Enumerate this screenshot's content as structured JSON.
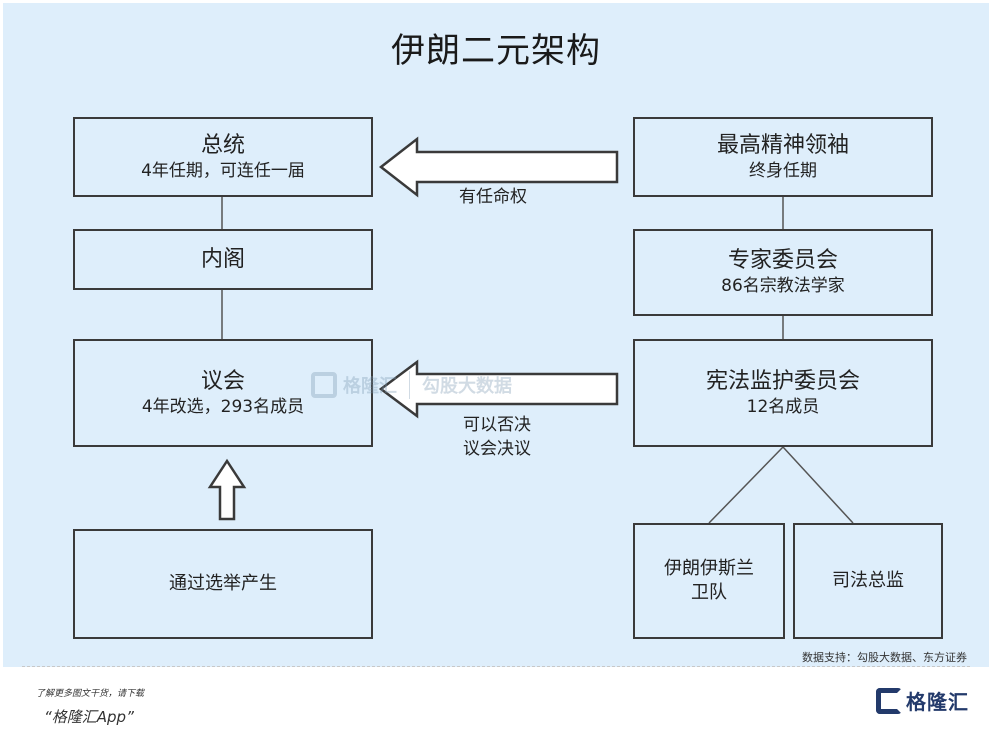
{
  "title": "伊朗二元架构",
  "nodes": {
    "president": {
      "main": "总统",
      "sub": "4年任期，可连任一届"
    },
    "cabinet": {
      "main": "内阁"
    },
    "parliament": {
      "main": "议会",
      "sub": "4年改选，293名成员"
    },
    "election": {
      "main": "通过选举产生"
    },
    "supreme_leader": {
      "main": "最高精神领袖",
      "sub": "终身任期"
    },
    "assembly_experts": {
      "main": "专家委员会",
      "sub": "86名宗教法学家"
    },
    "guardian_council": {
      "main": "宪法监护委员会",
      "sub": "12名成员"
    },
    "irgc": {
      "line1": "伊朗伊斯兰",
      "line2": "卫队"
    },
    "judiciary": {
      "main": "司法总监"
    }
  },
  "edges": {
    "appoint_label": "有任命权",
    "veto_label_1": "可以否决",
    "veto_label_2": "议会决议"
  },
  "watermark": {
    "brand": "格隆汇",
    "text": "勾股大数据"
  },
  "source": "数据支持：勾股大数据、东方证券",
  "footer": {
    "prompt": "了解更多图文干货，请下载",
    "app": "“格隆汇App”",
    "logo_text": "格隆汇"
  }
}
